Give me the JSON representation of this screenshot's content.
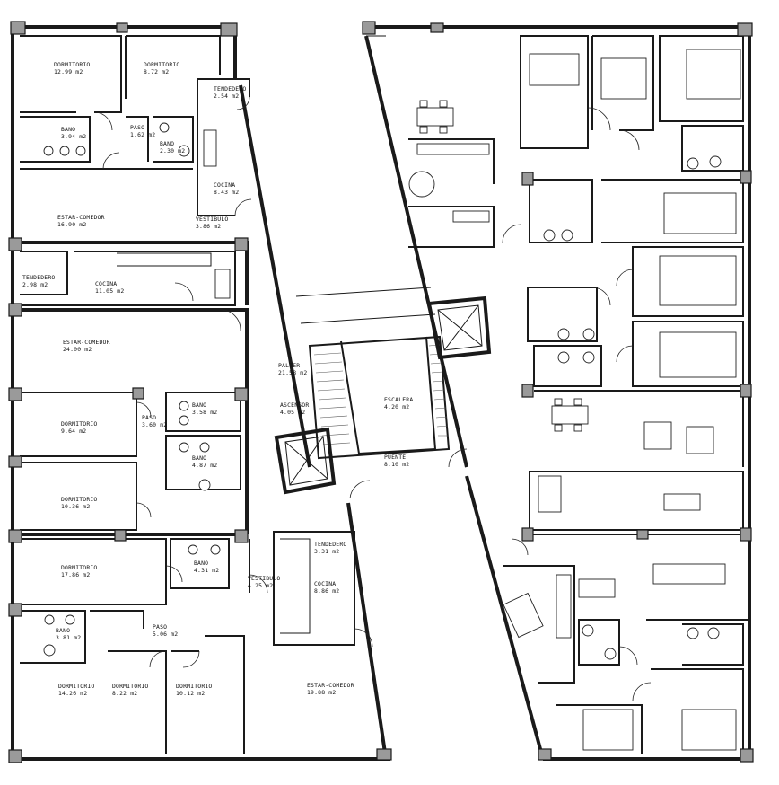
{
  "rooms": [
    {
      "id": "dorm1",
      "name": "DORMITORIO",
      "area": "12.99 m2"
    },
    {
      "id": "dorm2",
      "name": "DORMITORIO",
      "area": "8.72 m2"
    },
    {
      "id": "tend1",
      "name": "TENDEDERO",
      "area": "2.54 m2"
    },
    {
      "id": "paso1",
      "name": "PASO",
      "area": "1.62 m2"
    },
    {
      "id": "bano1",
      "name": "BANO",
      "area": "3.94 m2"
    },
    {
      "id": "bano2",
      "name": "BANO",
      "area": "2.30 m2"
    },
    {
      "id": "cocina1",
      "name": "COCINA",
      "area": "8.43 m2"
    },
    {
      "id": "vest1",
      "name": "VESTIBULO",
      "area": "3.86 m2"
    },
    {
      "id": "estar1",
      "name": "ESTAR-COMEDOR",
      "area": "16.90 m2"
    },
    {
      "id": "tend2",
      "name": "TENDEDERO",
      "area": "2.98 m2"
    },
    {
      "id": "cocina2",
      "name": "COCINA",
      "area": "11.05 m2"
    },
    {
      "id": "estar2",
      "name": "ESTAR-COMEDOR",
      "area": "24.00 m2"
    },
    {
      "id": "palier",
      "name": "PALIER",
      "area": "21.58 m2"
    },
    {
      "id": "ascensor",
      "name": "ASCENSOR",
      "area": "4.05 m2"
    },
    {
      "id": "escalera",
      "name": "ESCALERA",
      "area": "4.20 m2"
    },
    {
      "id": "puente",
      "name": "PUENTE",
      "area": "8.10 m2"
    },
    {
      "id": "dorm3",
      "name": "DORMITORIO",
      "area": "9.64 m2"
    },
    {
      "id": "paso2",
      "name": "PASO",
      "area": "3.60 m2"
    },
    {
      "id": "bano3",
      "name": "BANO",
      "area": "3.58 m2"
    },
    {
      "id": "bano4",
      "name": "BANO",
      "area": "4.87 m2"
    },
    {
      "id": "dorm4",
      "name": "DORMITORIO",
      "area": "10.36 m2"
    },
    {
      "id": "dorm5",
      "name": "DORMITORIO",
      "area": "17.86 m2"
    },
    {
      "id": "bano5",
      "name": "BANO",
      "area": "4.31 m2"
    },
    {
      "id": "vest2",
      "name": "VESTIBULO",
      "area": "4.25 m2"
    },
    {
      "id": "tend3",
      "name": "TENDEDERO",
      "area": "3.31 m2"
    },
    {
      "id": "cocina3",
      "name": "COCINA",
      "area": "8.86 m2"
    },
    {
      "id": "bano6",
      "name": "BANO",
      "area": "3.81 m2"
    },
    {
      "id": "paso3",
      "name": "PASO",
      "area": "5.06 m2"
    },
    {
      "id": "dorm6",
      "name": "DORMITORIO",
      "area": "14.26 m2"
    },
    {
      "id": "dorm7",
      "name": "DORMITORIO",
      "area": "8.22 m2"
    },
    {
      "id": "dorm8",
      "name": "DORMITORIO",
      "area": "10.12 m2"
    },
    {
      "id": "estar3",
      "name": "ESTAR-COMEDOR",
      "area": "19.88 m2"
    }
  ]
}
